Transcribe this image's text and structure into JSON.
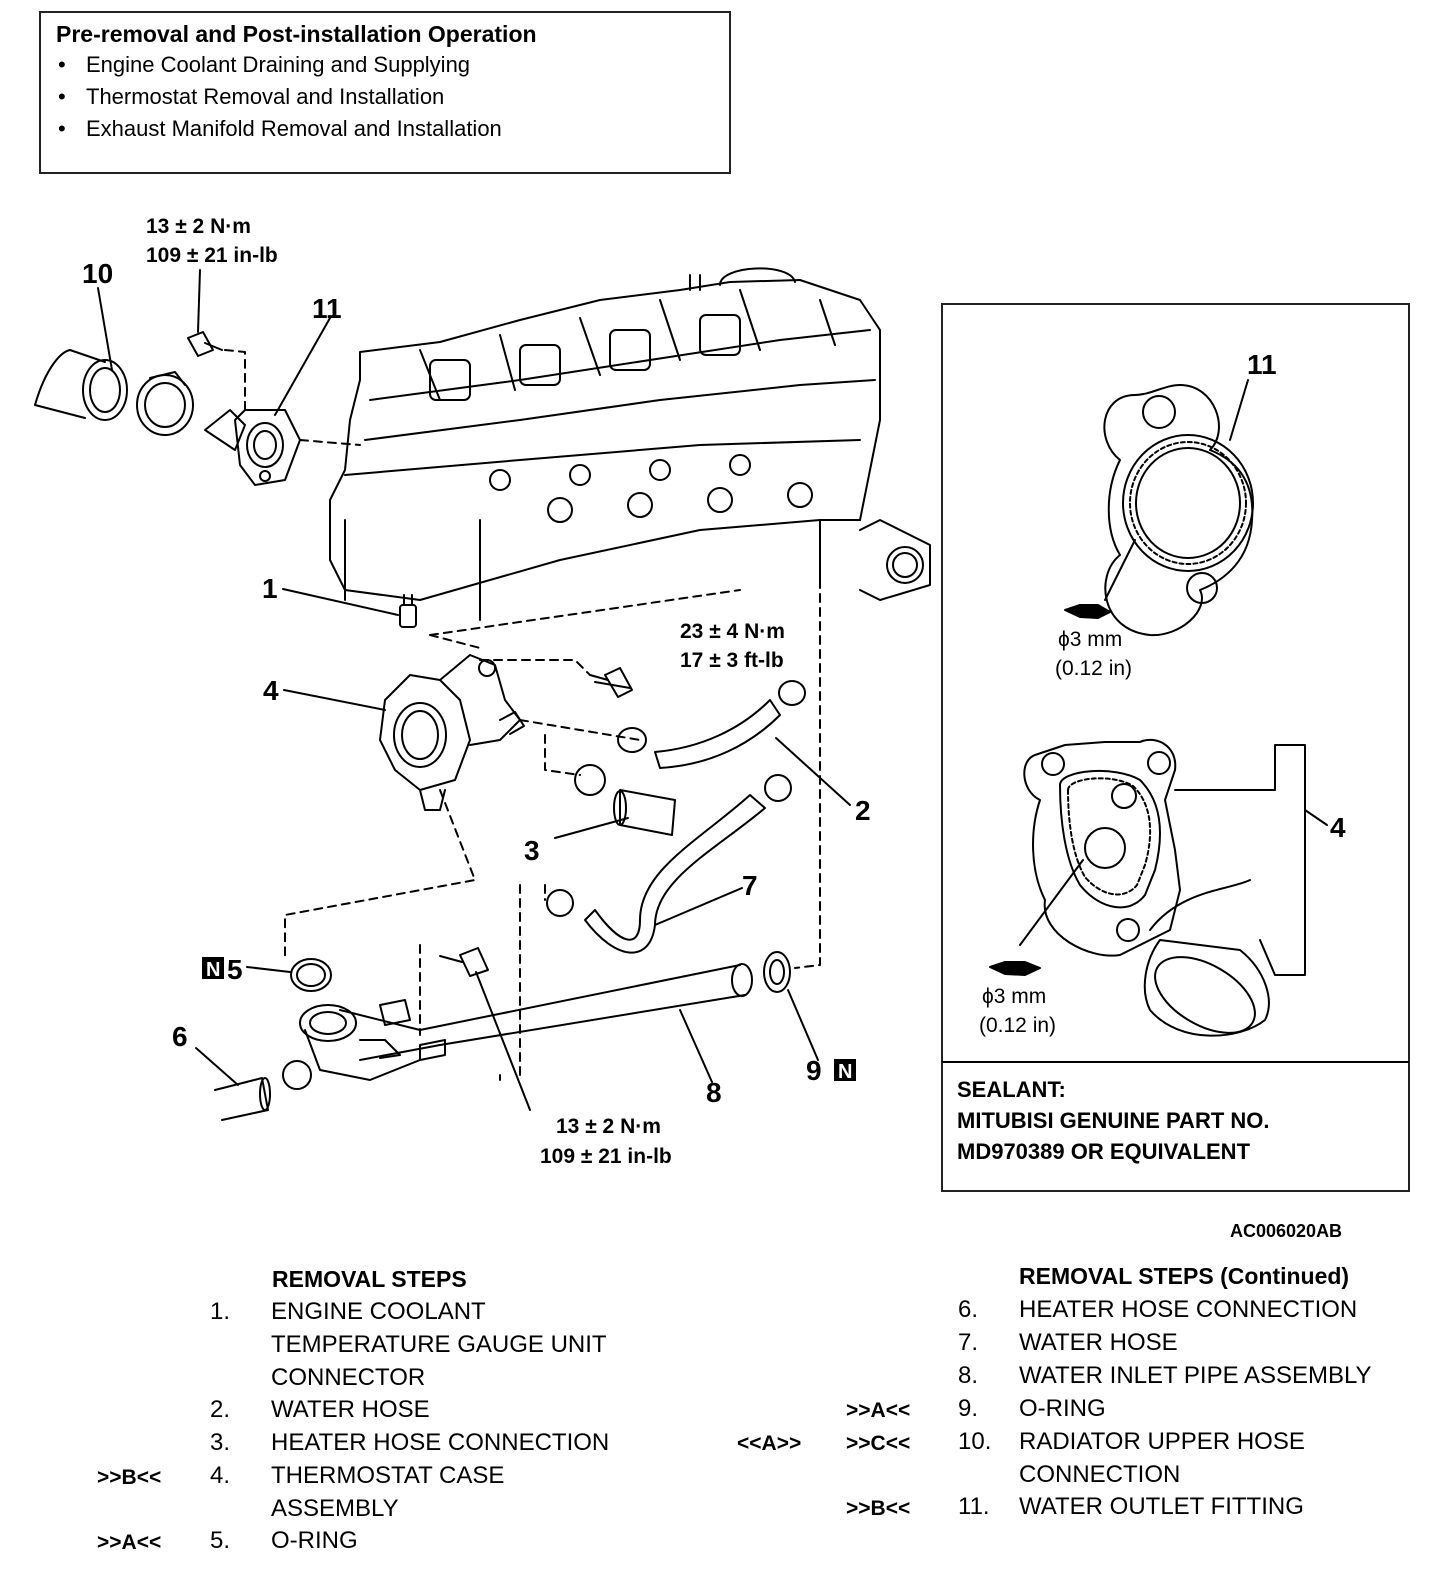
{
  "pre_op": {
    "title": "Pre-removal and Post-installation Operation",
    "items": [
      "Engine Coolant Draining and Supplying",
      "Thermostat Removal and Installation",
      "Exhaust Manifold Removal and Installation"
    ]
  },
  "torques": {
    "t_top_nm": "13 ± 2 N·m",
    "t_top_inlb": "109 ± 21 in-lb",
    "t_mid_nm": "23 ± 4 N·m",
    "t_mid_ftlb": "17 ± 3 ft-lb",
    "t_bot_nm": "13 ± 2 N·m",
    "t_bot_inlb": "109 ± 21 in-lb"
  },
  "callouts": {
    "c1": "1",
    "c2": "2",
    "c3": "3",
    "c4": "4",
    "c5": "5",
    "c6": "6",
    "c7": "7",
    "c8": "8",
    "c9": "9",
    "c10": "10",
    "c11": "11",
    "n_mark": "N",
    "inset_11": "11",
    "inset_4": "4"
  },
  "inset": {
    "bead1": "ϕ3 mm",
    "bead1_in": "(0.12 in)",
    "bead2": "ϕ3 mm",
    "bead2_in": "(0.12 in)",
    "sealant_1": "SEALANT:",
    "sealant_2": "MITUBISI GENUINE PART NO.",
    "sealant_3": "MD970389 OR EQUIVALENT"
  },
  "figure_id": "AC006020AB",
  "steps_left": {
    "header": "REMOVAL STEPS",
    "s1_num": "1.",
    "s1_l1": "ENGINE COOLANT",
    "s1_l2": "TEMPERATURE GAUGE UNIT",
    "s1_l3": "CONNECTOR",
    "s2_num": "2.",
    "s2_l1": "WATER HOSE",
    "s3_num": "3.",
    "s3_l1": "HEATER HOSE CONNECTION",
    "s4_ref": ">>B<<",
    "s4_num": "4.",
    "s4_l1": "THERMOSTAT CASE",
    "s4_l2": "ASSEMBLY",
    "s5_ref": ">>A<<",
    "s5_num": "5.",
    "s5_l1": "O-RING"
  },
  "steps_right": {
    "header": "REMOVAL STEPS (Continued)",
    "s6_num": "6.",
    "s6_l1": "HEATER HOSE CONNECTION",
    "s7_num": "7.",
    "s7_l1": "WATER HOSE",
    "s8_num": "8.",
    "s8_l1": "WATER INLET PIPE ASSEMBLY",
    "s9_ref": ">>A<<",
    "s9_num": "9.",
    "s9_l1": "O-RING",
    "s10_ref0": "<<A>>",
    "s10_ref": ">>C<<",
    "s10_num": "10.",
    "s10_l1": "RADIATOR UPPER HOSE",
    "s10_l2": "CONNECTION",
    "s11_ref": ">>B<<",
    "s11_num": "11.",
    "s11_l1": "WATER OUTLET FITTING"
  }
}
